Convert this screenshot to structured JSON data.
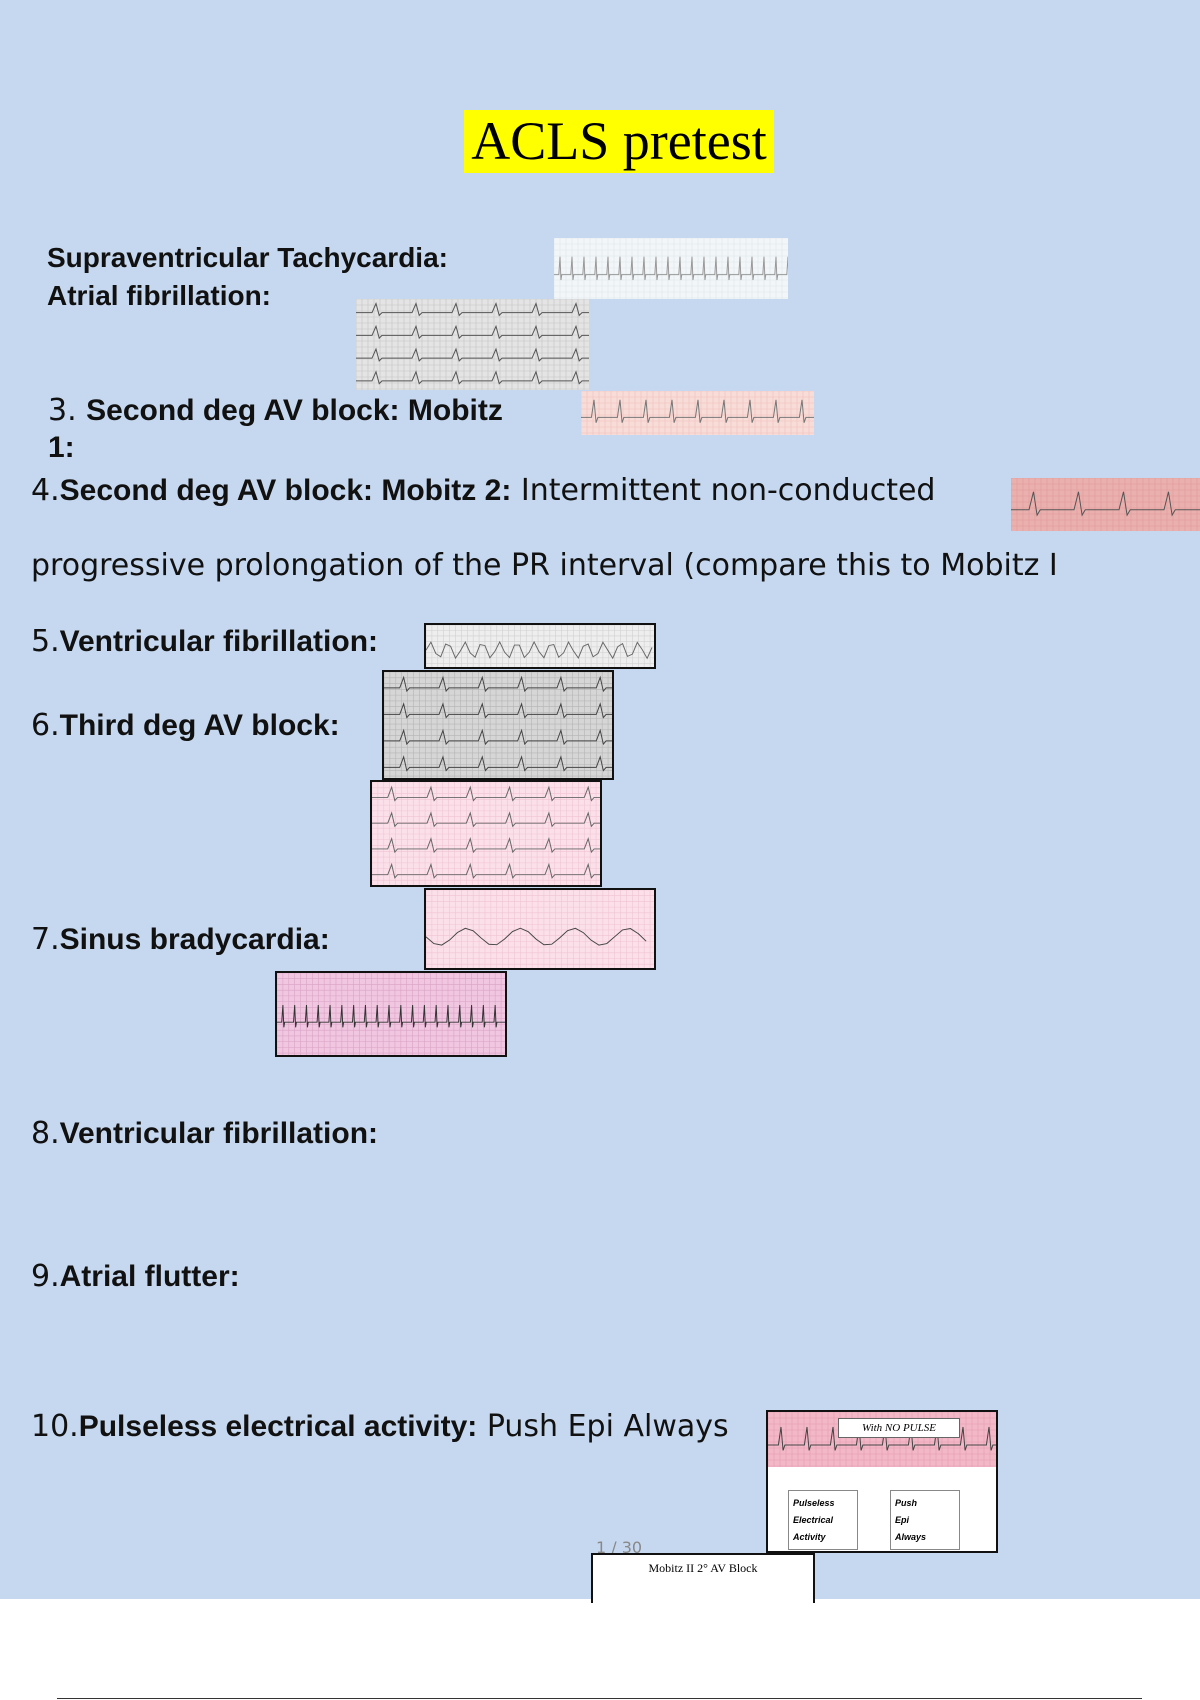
{
  "title": "ACLS pretest",
  "items": [
    {
      "label": "Supraventricular Tachycardia:"
    },
    {
      "label": "Atrial fibrillation:"
    },
    {
      "num": "3.",
      "label": "Second deg AV block: Mobitz",
      "label2": "1:"
    },
    {
      "num": "4.",
      "label": "Second deg AV block: Mobitz 2:",
      "text": " Intermittent non-conducted",
      "continuation": "progressive prolongation of the PR interval (compare this to Mobitz I"
    },
    {
      "num": "5.",
      "label": "Ventricular fibrillation:"
    },
    {
      "num": "6.",
      "label": "Third deg AV block:"
    },
    {
      "num": "7.",
      "label": "Sinus bradycardia:"
    },
    {
      "num": "8.",
      "label": "Ventricular fibrillation:"
    },
    {
      "num": "9.",
      "label": "Atrial flutter:"
    },
    {
      "num": "10.",
      "label": "Pulseless electrical activity:",
      "text": " Push Epi Always"
    }
  ],
  "pea_image": {
    "banner": "With NO PULSE",
    "left": [
      "Pulseless",
      "Electrical",
      "Activity"
    ],
    "right": [
      "Push",
      "Epi",
      "Always"
    ]
  },
  "mobitz2_image": {
    "caption": "Mobitz II 2° AV Block"
  },
  "page_number": "1 / 30"
}
